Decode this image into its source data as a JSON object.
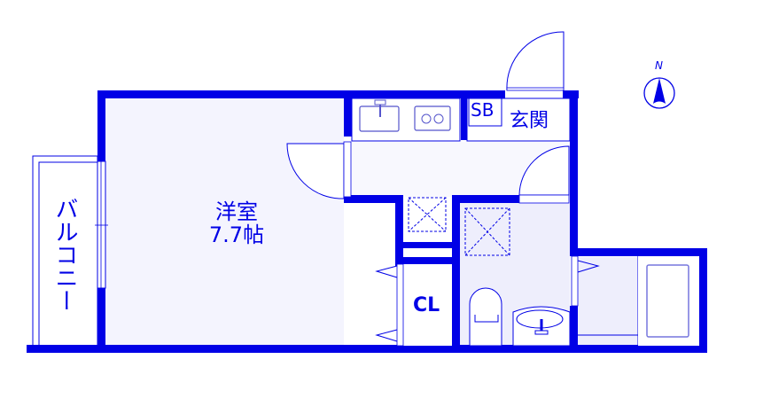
{
  "floorplan": {
    "rooms": {
      "western_room": {
        "name": "洋室",
        "size": "7.7帖"
      },
      "balcony": {
        "name": "バルコニー"
      },
      "entrance": {
        "name": "玄関"
      },
      "shoe_box": {
        "name": "SB"
      },
      "closet": {
        "name": "CL"
      }
    },
    "compass": {
      "label": "N"
    },
    "colors": {
      "wall": "#0000e6",
      "floor_fill": "#f4f4fe",
      "bath_fill": "#eeeefc",
      "background": "#ffffff"
    }
  }
}
